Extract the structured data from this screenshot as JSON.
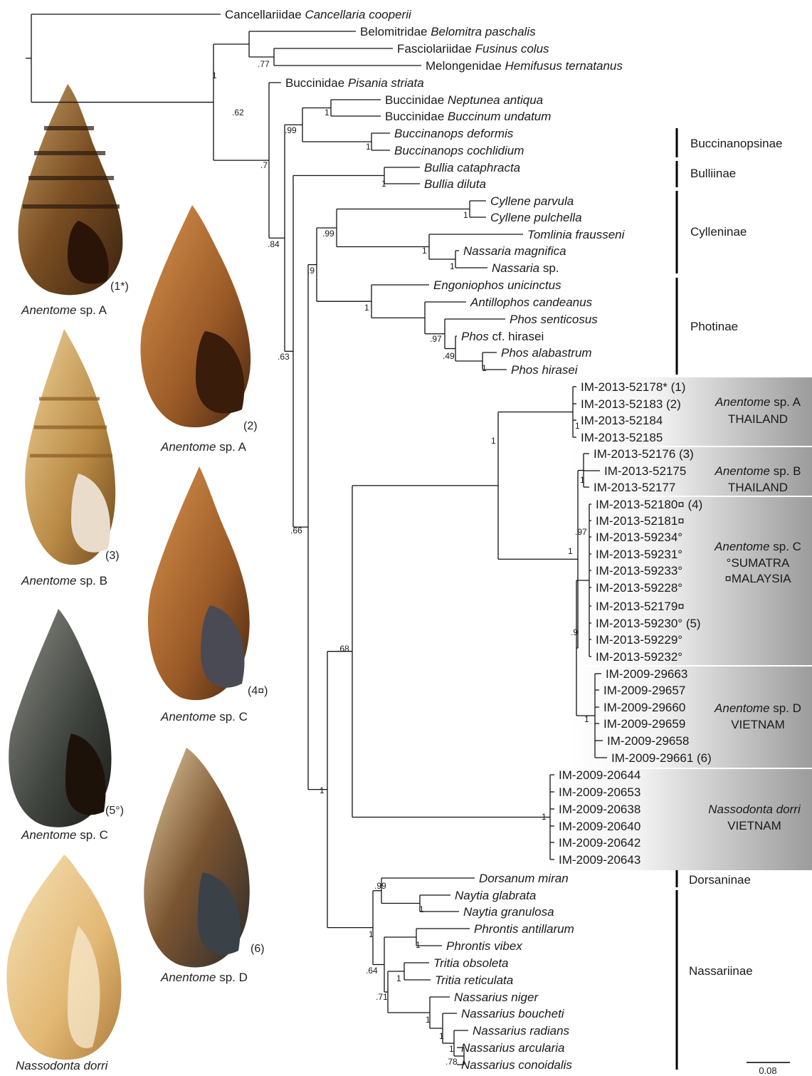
{
  "tips": [
    {
      "pre": "Cancellariidae ",
      "it": "Cancellaria cooperii",
      "post": ""
    },
    {
      "pre": "Belomitridae ",
      "it": "Belomitra paschalis",
      "post": ""
    },
    {
      "pre": "Fasciolariidae ",
      "it": "Fusinus colus",
      "post": ""
    },
    {
      "pre": "Melongenidae ",
      "it": "Hemifusus ternatanus",
      "post": ""
    },
    {
      "pre": "Buccinidae ",
      "it": "Pisania striata",
      "post": ""
    },
    {
      "pre": "Buccinidae ",
      "it": "Neptunea antiqua",
      "post": ""
    },
    {
      "pre": "Buccinidae ",
      "it": "Buccinum undatum",
      "post": ""
    },
    {
      "pre": "",
      "it": "Buccinanops deformis",
      "post": ""
    },
    {
      "pre": "",
      "it": "Buccinanops cochlidium",
      "post": ""
    },
    {
      "pre": "",
      "it": "Bullia cataphracta",
      "post": ""
    },
    {
      "pre": "",
      "it": "Bullia diluta",
      "post": ""
    },
    {
      "pre": "",
      "it": "Cyllene parvula",
      "post": ""
    },
    {
      "pre": "",
      "it": "Cyllene pulchella",
      "post": ""
    },
    {
      "pre": "",
      "it": "Tomlinia frausseni",
      "post": ""
    },
    {
      "pre": "",
      "it": "Nassaria magnifica",
      "post": ""
    },
    {
      "pre": "",
      "it": "Nassaria",
      "post": " sp."
    },
    {
      "pre": "",
      "it": "Engoniophos unicinctus",
      "post": ""
    },
    {
      "pre": "",
      "it": "Antillophos candeanus",
      "post": ""
    },
    {
      "pre": "",
      "it": "Phos senticosus",
      "post": ""
    },
    {
      "pre": "",
      "it": "Phos",
      "post": " cf. hirasei"
    },
    {
      "pre": "",
      "it": "Phos alabastrum",
      "post": ""
    },
    {
      "pre": "",
      "it": "Phos hirasei",
      "post": ""
    },
    {
      "pre": "IM-2013-52178* (1)",
      "it": "",
      "post": ""
    },
    {
      "pre": "IM-2013-52183 (2)",
      "it": "",
      "post": ""
    },
    {
      "pre": "IM-2013-52184",
      "it": "",
      "post": ""
    },
    {
      "pre": "IM-2013-52185",
      "it": "",
      "post": ""
    },
    {
      "pre": "IM-2013-52176 (3)",
      "it": "",
      "post": ""
    },
    {
      "pre": "IM-2013-52175",
      "it": "",
      "post": ""
    },
    {
      "pre": "IM-2013-52177",
      "it": "",
      "post": ""
    },
    {
      "pre": "IM-2013-52180¤ (4)",
      "it": "",
      "post": ""
    },
    {
      "pre": "IM-2013-52181¤",
      "it": "",
      "post": ""
    },
    {
      "pre": "IM-2013-59234°",
      "it": "",
      "post": ""
    },
    {
      "pre": "IM-2013-59231°",
      "it": "",
      "post": ""
    },
    {
      "pre": "IM-2013-59233°",
      "it": "",
      "post": ""
    },
    {
      "pre": "IM-2013-59228°",
      "it": "",
      "post": ""
    },
    {
      "pre": "IM-2013-52179¤",
      "it": "",
      "post": ""
    },
    {
      "pre": "IM-2013-59230° (5)",
      "it": "",
      "post": ""
    },
    {
      "pre": "IM-2013-59229°",
      "it": "",
      "post": ""
    },
    {
      "pre": "IM-2013-59232°",
      "it": "",
      "post": ""
    },
    {
      "pre": "IM-2009-29663",
      "it": "",
      "post": ""
    },
    {
      "pre": "IM-2009-29657",
      "it": "",
      "post": ""
    },
    {
      "pre": "IM-2009-29660",
      "it": "",
      "post": ""
    },
    {
      "pre": "IM-2009-29659",
      "it": "",
      "post": ""
    },
    {
      "pre": "IM-2009-29658",
      "it": "",
      "post": ""
    },
    {
      "pre": "IM-2009-29661 (6)",
      "it": "",
      "post": ""
    },
    {
      "pre": "IM-2009-20644",
      "it": "",
      "post": ""
    },
    {
      "pre": "IM-2009-20653",
      "it": "",
      "post": ""
    },
    {
      "pre": "IM-2009-20638",
      "it": "",
      "post": ""
    },
    {
      "pre": "IM-2009-20640",
      "it": "",
      "post": ""
    },
    {
      "pre": "IM-2009-20642",
      "it": "",
      "post": ""
    },
    {
      "pre": "IM-2009-20643",
      "it": "",
      "post": ""
    },
    {
      "pre": "",
      "it": "Dorsanum miran",
      "post": ""
    },
    {
      "pre": "",
      "it": "Naytia glabrata",
      "post": ""
    },
    {
      "pre": "",
      "it": "Naytia granulosa",
      "post": ""
    },
    {
      "pre": "",
      "it": "Phrontis antillarum",
      "post": ""
    },
    {
      "pre": "",
      "it": "Phrontis vibex",
      "post": ""
    },
    {
      "pre": "",
      "it": "Tritia obsoleta",
      "post": ""
    },
    {
      "pre": "",
      "it": "Tritia reticulata",
      "post": ""
    },
    {
      "pre": "",
      "it": "Nassarius niger",
      "post": ""
    },
    {
      "pre": "",
      "it": "Nassarius boucheti",
      "post": ""
    },
    {
      "pre": "",
      "it": "Nassarius radians",
      "post": ""
    },
    {
      "pre": "",
      "it": "Nassarius arcularia",
      "post": ""
    },
    {
      "pre": "",
      "it": "Nassarius conoidalis",
      "post": ""
    }
  ],
  "supports": [
    "1",
    ".77",
    ".62",
    ".7",
    "1",
    ".99",
    "1",
    "1",
    ".84",
    ".99",
    "1",
    "1",
    "1",
    ".9",
    "1",
    ".97",
    ".49",
    "1",
    ".63",
    ".66",
    "1",
    "1",
    "1",
    ".97",
    "1",
    ".9",
    "1",
    "1",
    ".68",
    "1",
    ".99",
    "1",
    "1",
    "1",
    ".64",
    "1",
    ".71",
    "1",
    "1",
    "1",
    ".78"
  ],
  "subfamilies": [
    "Buccinanopsinae",
    "Bulliinae",
    "Cylleninae",
    "Photinae",
    "Dorsaninae",
    "Nassariinae"
  ],
  "clades": [
    {
      "it": "Anentome",
      "rest": " sp. A",
      "region": "THAILAND"
    },
    {
      "it": "Anentome",
      "rest": " sp. B",
      "region": "THAILAND"
    },
    {
      "it": "Anentome",
      "rest": " sp. C",
      "region": "°SUMATRA\n¤MALAYSIA"
    },
    {
      "it": "Anentome",
      "rest": " sp. D",
      "region": "VIETNAM"
    },
    {
      "it": "Nassodonta dorri",
      "rest": "",
      "region": "VIETNAM"
    }
  ],
  "scale_bar": "0.08",
  "shells": [
    {
      "num": "(1*)",
      "it": "Anentome",
      "rest": " sp. A"
    },
    {
      "num": "(2)",
      "it": "Anentome",
      "rest": " sp. A"
    },
    {
      "num": "(3)",
      "it": "Anentome",
      "rest": " sp. B"
    },
    {
      "num": "(4¤)",
      "it": "Anentome",
      "rest": " sp. C"
    },
    {
      "num": "(5°)",
      "it": "Anentome",
      "rest": " sp. C"
    },
    {
      "num": "(6)",
      "it": "Anentome",
      "rest": " sp. D"
    },
    {
      "num": "",
      "it": "Nassodonta dorri",
      "rest": ""
    }
  ],
  "colors": {
    "branch": "#111111",
    "band_dark": "#9a9a9a",
    "band_light": "#f2f2f2"
  }
}
